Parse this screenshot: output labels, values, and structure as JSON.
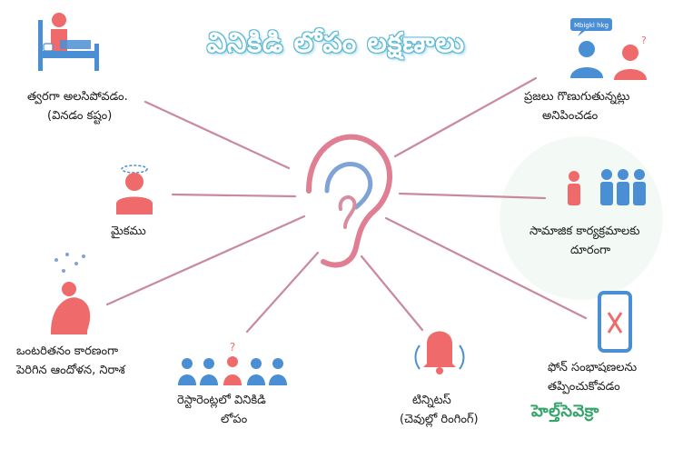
{
  "title": "వినికిడి లోపం లక్షణాలు",
  "symptoms": [
    {
      "line1": "త్వరగా అలసిపోవడం.",
      "line2": "(వినడం కష్టం)"
    },
    {
      "line1": "ప్రజలు గొణుగుతున్నట్లు",
      "line2": "అనిపించడం"
    },
    {
      "line1": "మైకము",
      "line2": ""
    },
    {
      "line1": "సామాజిక కార్యక్రమాలకు",
      "line2": "దూరంగా"
    },
    {
      "line1": "ఒంటరితనం కారణంగా",
      "line2": "పెరిగిన ఆందోళన, నిరాశ"
    },
    {
      "line1": "రెస్టారెంట్లలో వినికిడి",
      "line2": "లోపం"
    },
    {
      "line1": "టిన్నిటస్",
      "line2": "(చెవుల్లో రింగింగ్)"
    },
    {
      "line1": "ఫోన్ సంభాషణలను",
      "line2": "తప్పించుకోవడం"
    }
  ],
  "speech_bubble": "Mbigkl hkg",
  "brand": "హెల్త్‌సెవెక్రా",
  "colors": {
    "accent_red": "#ef6a6a",
    "accent_blue": "#4a8fd4",
    "line": "#c98a9c",
    "title_outline": "#5fb9d6",
    "brand": "#34a46a"
  },
  "icons": [
    "person-in-bed-icon",
    "conversation-icon",
    "dizzy-person-icon",
    "crowd-icon",
    "lonely-person-icon",
    "restaurant-group-icon",
    "bell-ringing-icon",
    "phone-crossed-icon",
    "ear-icon"
  ]
}
